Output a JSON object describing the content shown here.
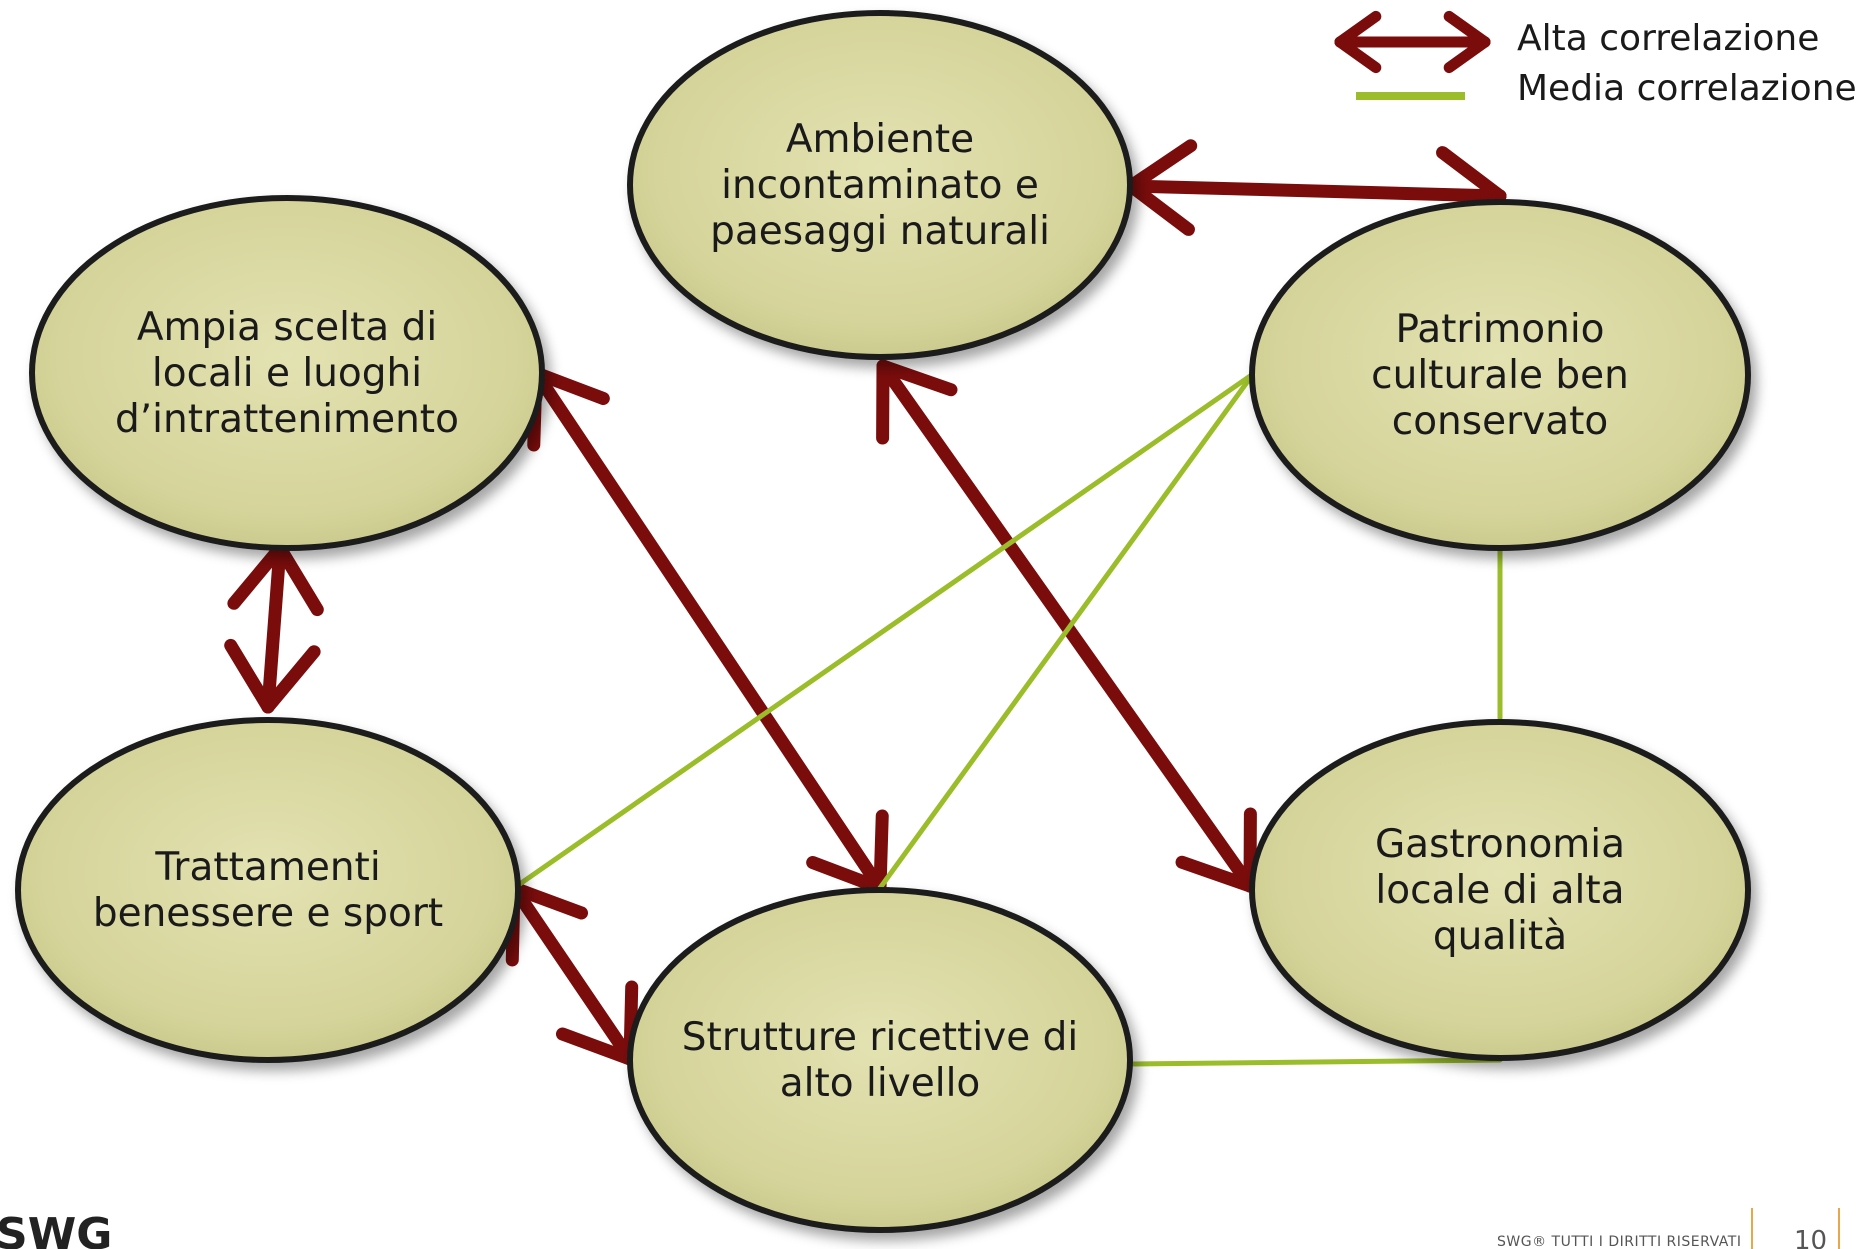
{
  "legend": {
    "high_label": "Alta correlazione",
    "medium_label": "Media correlazione"
  },
  "colors": {
    "high": "#7a0c0c",
    "medium": "#9bbd2a",
    "node_fill": "#d9d8a2",
    "node_edge": "#1c1c1c"
  },
  "nodes": [
    {
      "id": "ambiente",
      "lines": [
        "Ambiente",
        "incontaminato e",
        "paesaggi naturali"
      ]
    },
    {
      "id": "ampia",
      "lines": [
        "Ampia scelta di",
        "locali e luoghi",
        "d’intrattenimento"
      ]
    },
    {
      "id": "patrimonio",
      "lines": [
        "Patrimonio",
        "culturale ben",
        "conservato"
      ]
    },
    {
      "id": "trattamenti",
      "lines": [
        "Trattamenti",
        "benessere e sport"
      ]
    },
    {
      "id": "strutture",
      "lines": [
        "Strutture ricettive di",
        "alto livello"
      ]
    },
    {
      "id": "gastronomia",
      "lines": [
        "Gastronomia",
        "locale di alta",
        "qualità"
      ]
    }
  ],
  "links": [
    {
      "from": "ambiente",
      "to": "patrimonio",
      "strength": "high"
    },
    {
      "from": "ampia",
      "to": "trattamenti",
      "strength": "high"
    },
    {
      "from": "ampia",
      "to": "strutture",
      "strength": "high"
    },
    {
      "from": "ambiente",
      "to": "gastronomia",
      "strength": "high"
    },
    {
      "from": "trattamenti",
      "to": "strutture",
      "strength": "high"
    },
    {
      "from": "patrimonio",
      "to": "trattamenti",
      "strength": "medium"
    },
    {
      "from": "patrimonio",
      "to": "strutture",
      "strength": "medium"
    },
    {
      "from": "patrimonio",
      "to": "gastronomia",
      "strength": "medium"
    },
    {
      "from": "gastronomia",
      "to": "strutture",
      "strength": "medium"
    }
  ],
  "footer": {
    "logo": "SWG",
    "copyright": "SWG® TUTTI I DIRITTI RISERVATI",
    "page_number": "10"
  }
}
